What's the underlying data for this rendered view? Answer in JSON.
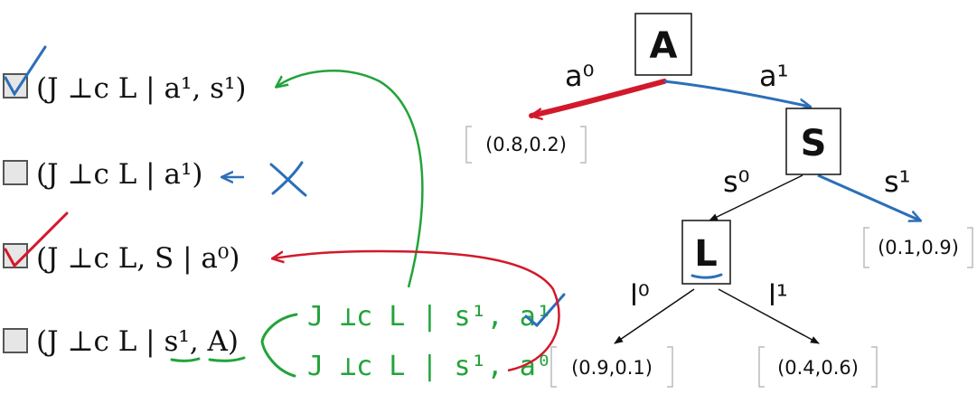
{
  "colors": {
    "green": "#22a33a",
    "red": "#d2192b",
    "blue": "#2b6fb8",
    "ink": "#111111",
    "box_border": "#bbbbbb"
  },
  "statements": [
    {
      "checked": true,
      "check_color": "#2b6fb8",
      "text": "(J ⊥c L | a¹, s¹)"
    },
    {
      "checked": false,
      "text": "(J ⊥c L | a¹)"
    },
    {
      "checked": true,
      "check_color": "#d2192b",
      "text": "(J ⊥c L, S | a⁰)"
    },
    {
      "checked": false,
      "text": "(J ⊥c L | s¹, A)"
    }
  ],
  "annotations": {
    "green_line1": "J ⊥c L | s¹, a¹",
    "green_line2": "J ⊥c L | s¹, a⁰"
  },
  "tree": {
    "nodes": {
      "A": "A",
      "S": "S",
      "L": "L"
    },
    "edge_labels": {
      "a0": "a⁰",
      "a1": "a¹",
      "s0": "s⁰",
      "s1": "s¹",
      "l0": "l⁰",
      "l1": "l¹"
    },
    "leaves": {
      "a0_leaf": "(0.8,0.2)",
      "s1_leaf": "(0.1,0.9)",
      "l0_leaf": "(0.9,0.1)",
      "l1_leaf": "(0.4,0.6)"
    }
  }
}
